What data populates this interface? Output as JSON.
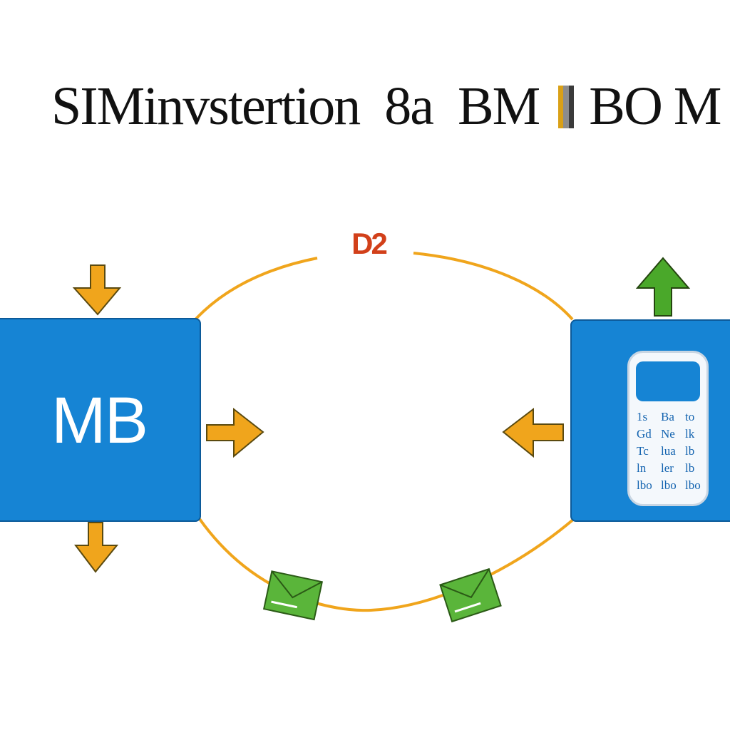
{
  "title": {
    "part1": "SIMinvstertion",
    "part2": "8a",
    "part3": "BM",
    "part4": "BO M"
  },
  "top_label": "D2",
  "left_box": {
    "label": "MB"
  },
  "right_box": {
    "keys": [
      [
        "1s",
        "Ba",
        "to"
      ],
      [
        "Gd",
        "Ne",
        "lk"
      ],
      [
        "Tc",
        "lua",
        "lb"
      ],
      [
        "ln",
        "ler",
        "lb"
      ],
      [
        "lbo",
        "lbo",
        "lbo"
      ]
    ]
  },
  "colors": {
    "box_blue": "#1684d4",
    "arrow_orange": "#f0a51c",
    "arrow_green": "#4aa82a",
    "label_red": "#d2401a"
  }
}
